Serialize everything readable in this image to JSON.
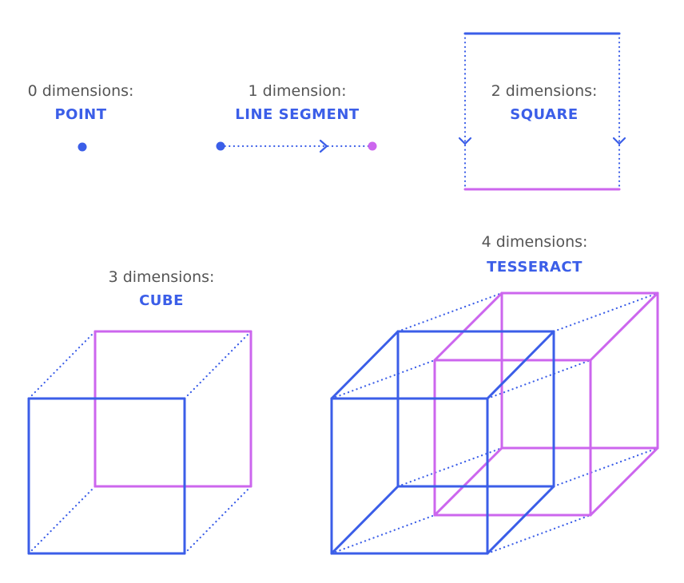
{
  "colors": {
    "blue": "#3b5ee8",
    "magenta": "#cc66ee",
    "caption": "#555555"
  },
  "panels": {
    "point": {
      "caption": "0 dimensions:",
      "name": "POINT"
    },
    "line_segment": {
      "caption": "1 dimension:",
      "name": "LINE SEGMENT"
    },
    "square": {
      "caption": "2 dimensions:",
      "name": "SQUARE"
    },
    "cube": {
      "caption": "3 dimensions:",
      "name": "CUBE"
    },
    "tesseract": {
      "caption": "4 dimensions:",
      "name": "TESSERACT"
    }
  }
}
